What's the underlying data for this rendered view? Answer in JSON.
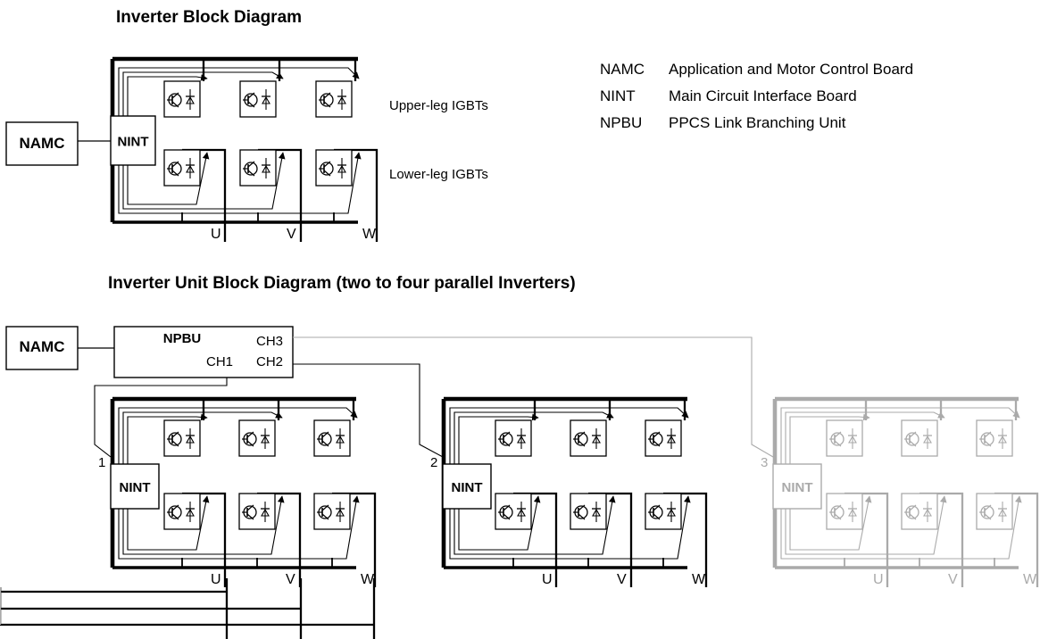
{
  "titles": {
    "top": "Inverter Block Diagram",
    "bottom": "Inverter Unit Block Diagram (two to four parallel Inverters)"
  },
  "legend": [
    {
      "code": "NAMC",
      "label": "Application and Motor Control Board"
    },
    {
      "code": "NINT",
      "label": "Main Circuit Interface Board"
    },
    {
      "code": "NPBU",
      "label": "PPCS Link Branching Unit"
    }
  ],
  "igbt_labels": {
    "upper": "Upper-leg IGBTs",
    "lower": "Lower-leg IGBTs"
  },
  "boards": {
    "namc": "NAMC",
    "nint": "NINT",
    "npbu": "NPBU"
  },
  "channels": [
    "CH1",
    "CH2",
    "CH3"
  ],
  "phases": [
    "U",
    "V",
    "W"
  ],
  "inverter_numbers": [
    "1",
    "2",
    "3"
  ],
  "colors": {
    "line": "#000000",
    "faded": "#aaaaaa",
    "background": "#ffffff"
  }
}
